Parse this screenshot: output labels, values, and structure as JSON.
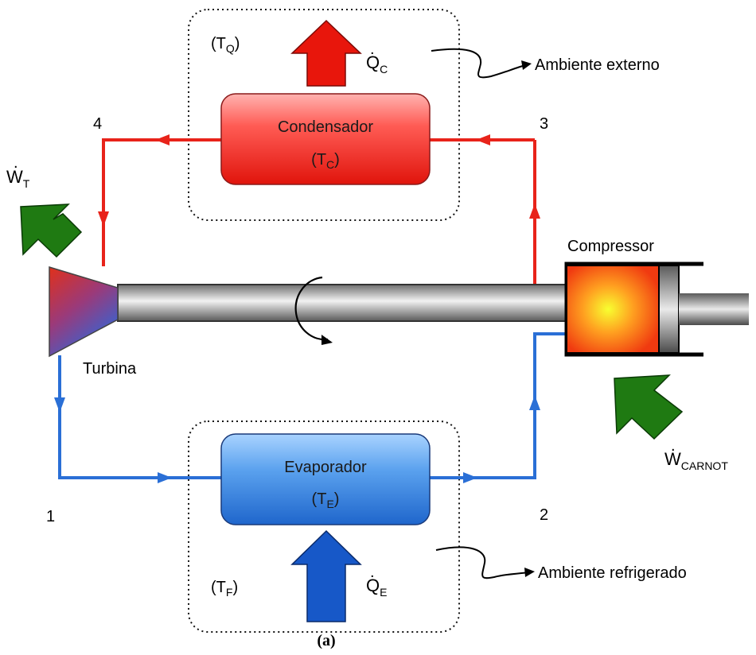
{
  "colors": {
    "hot_line": "#e8231a",
    "cold_line": "#2a6fd6",
    "work_arrow": "#1f7a12",
    "heat_out_arrow": "#e8160c",
    "heat_in_arrow": "#1758c8"
  },
  "condenser": {
    "title": "Condensador",
    "temp_main": "(T",
    "temp_sub": "C",
    "temp_close": ")"
  },
  "evaporator": {
    "title": "Evaporador",
    "temp_main": "(T",
    "temp_sub": "E",
    "temp_close": ")"
  },
  "hot_region": {
    "temp_main": "(T",
    "temp_sub": "Q",
    "temp_close": ")"
  },
  "cold_region": {
    "temp_main": "(T",
    "temp_sub": "F",
    "temp_close": ")"
  },
  "heat_out": {
    "main": "Q",
    "sub": "C",
    "dot": "."
  },
  "heat_in": {
    "main": "Q",
    "sub": "E",
    "dot": "."
  },
  "turbine_work": {
    "main": "W",
    "sub": "T",
    "dot": "."
  },
  "compressor_work": {
    "main": "W",
    "sub": "CARNOT",
    "dot": "."
  },
  "compressor_label": "Compressor",
  "turbine_label": "Turbina",
  "state_points": {
    "p1": "1",
    "p2": "2",
    "p3": "3",
    "p4": "4"
  },
  "external_env": "Ambiente externo",
  "refrigerated_env": "Ambiente refrigerado",
  "caption": "(a)"
}
